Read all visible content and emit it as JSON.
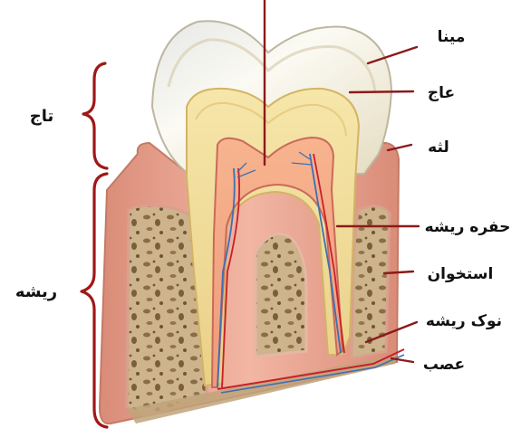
{
  "labels": {
    "enamel": "مینا",
    "dentin": "عاج",
    "gum": "لثه",
    "root_canal": "حفره ریشه",
    "bone": "استخوان",
    "root_tip": "نوک ریشه",
    "nerve": "عصب"
  },
  "regions": {
    "crown": "تاج",
    "root": "ریشه"
  },
  "colors": {
    "leader_line": "#8b1a1a",
    "brace": "#a01818",
    "gum": "#e8a08c",
    "bone": "#c9b189",
    "dentin": "#f1dfa0",
    "enamel": "#f4f1e6",
    "pulp": "#f3a887"
  }
}
